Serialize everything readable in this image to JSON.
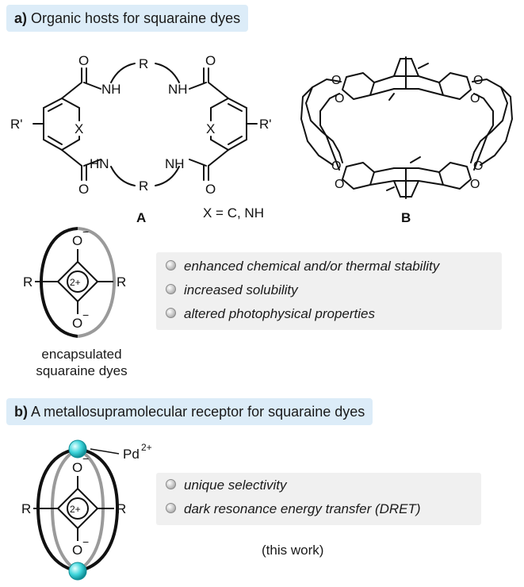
{
  "section_a": {
    "letter": "a)",
    "title": "Organic hosts for squaraine dyes",
    "host_a": {
      "label": "A",
      "substituent_r": "R",
      "substituent_r_prime": "R'",
      "atom_x": "X",
      "nh": "NH",
      "hn": "HN",
      "oxygen": "O",
      "x_definition": "X = C, NH"
    },
    "host_b": {
      "label": "B",
      "oxygen": "O"
    },
    "dye": {
      "r": "R",
      "core_charge": "2+",
      "oxygen": "O",
      "anion": "−",
      "caption_line1": "encapsulated",
      "caption_line2": "squaraine dyes"
    },
    "properties": [
      "enhanced chemical and/or thermal stability",
      "increased solubility",
      "altered photophysical properties"
    ]
  },
  "section_b": {
    "letter": "b)",
    "title": "A metallosupramolecular receptor for squaraine dyes",
    "metal_label": "Pd",
    "metal_charge": "2+",
    "properties": [
      "unique selectivity",
      "dark resonance energy transfer (DRET)"
    ],
    "note": "(this work)"
  },
  "colors": {
    "tag_background": "#dcecf8",
    "panel_background": "#f0f0f0",
    "palladium_sphere": "#3fd6dc",
    "ring_black": "#111111",
    "ring_gray": "#9a9a9a"
  }
}
